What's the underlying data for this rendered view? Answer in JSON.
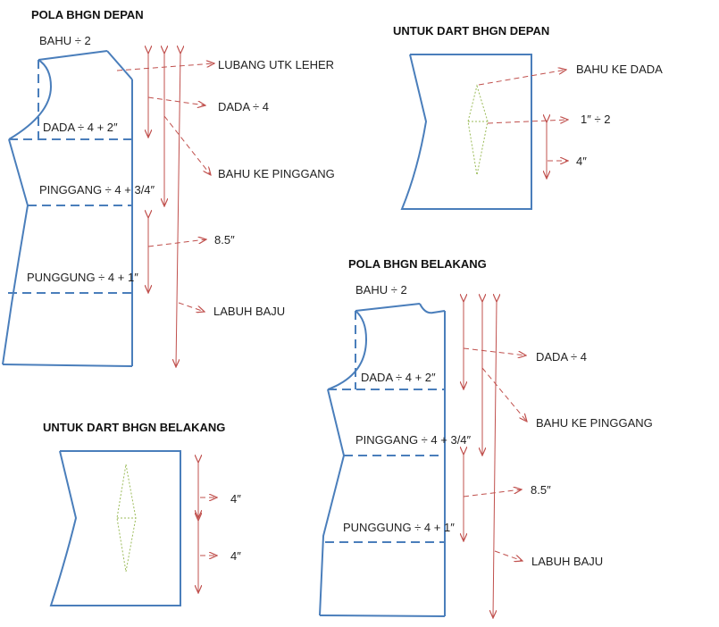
{
  "colors": {
    "pattern": "#4a7ebb",
    "measure": "#c0504d",
    "dart": "#9bbb59",
    "background": "#ffffff"
  },
  "front": {
    "title": "POLA BHGN DEPAN",
    "bahu": "BAHU ÷ 2",
    "dada": "DADA ÷ 4 + 2″",
    "pinggang": "PINGGANG ÷ 4 + 3/4″",
    "punggung": "PUNGGUNG ÷ 4 + 1″",
    "callouts": {
      "lubang": "LUBANG UTK LEHER",
      "dada": "DADA ÷ 4",
      "bahu_pinggang": "BAHU KE PINGGANG",
      "jarak": "8.5″",
      "labuh": "LABUH BAJU"
    }
  },
  "front_dart": {
    "title": "UNTUK DART BHGN DEPAN",
    "bahu_dada": "BAHU KE DADA",
    "lebar": "1″ ÷ 2",
    "tinggi": "4″"
  },
  "back": {
    "title": "POLA BHGN BELAKANG",
    "bahu": "BAHU ÷ 2",
    "dada": "DADA ÷ 4 + 2″",
    "pinggang": "PINGGANG ÷ 4 + 3/4″",
    "punggung": "PUNGGUNG ÷ 4 + 1″",
    "callouts": {
      "dada": "DADA ÷ 4",
      "bahu_pinggang": "BAHU KE PINGGANG",
      "jarak": "8.5″",
      "labuh": "LABUH BAJU"
    }
  },
  "back_dart": {
    "title": "UNTUK DART BHGN BELAKANG",
    "atas": "4″",
    "bawah": "4″"
  }
}
